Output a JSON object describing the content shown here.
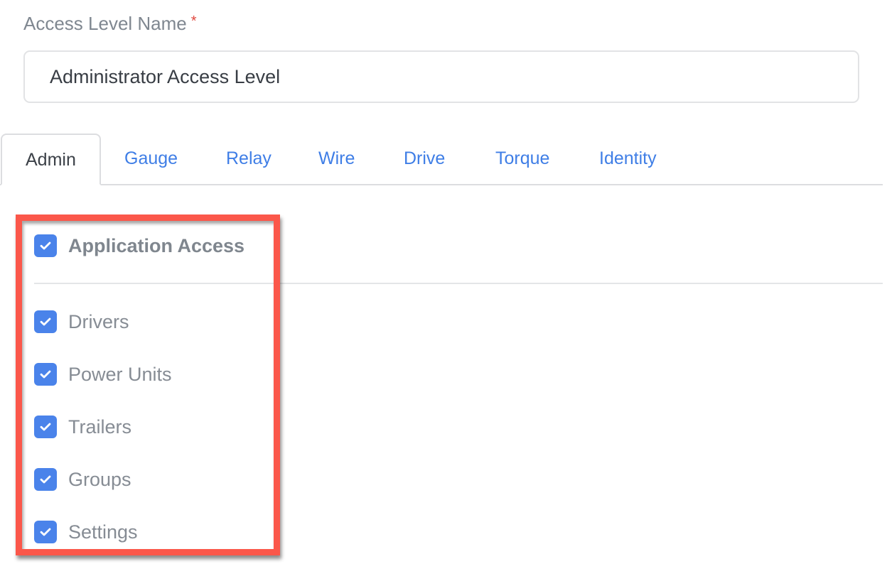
{
  "form": {
    "access_level_label": "Access Level Name",
    "required_marker": "*",
    "access_level_value": "Administrator Access Level"
  },
  "tabs": [
    {
      "label": "Admin",
      "active": true
    },
    {
      "label": "Gauge",
      "active": false
    },
    {
      "label": "Relay",
      "active": false
    },
    {
      "label": "Wire",
      "active": false
    },
    {
      "label": "Drive",
      "active": false
    },
    {
      "label": "Torque",
      "active": false
    },
    {
      "label": "Identity",
      "active": false
    }
  ],
  "permissions": {
    "header": {
      "label": "Application Access",
      "checked": true
    },
    "items": [
      {
        "label": "Drivers",
        "checked": true
      },
      {
        "label": "Power Units",
        "checked": true
      },
      {
        "label": "Trailers",
        "checked": true
      },
      {
        "label": "Groups",
        "checked": true
      },
      {
        "label": "Settings",
        "checked": true
      }
    ]
  },
  "colors": {
    "accent": "#4a83ea",
    "tab_link": "#3f7ee6",
    "highlight_box": "#fb574a",
    "required": "#e0483e"
  }
}
